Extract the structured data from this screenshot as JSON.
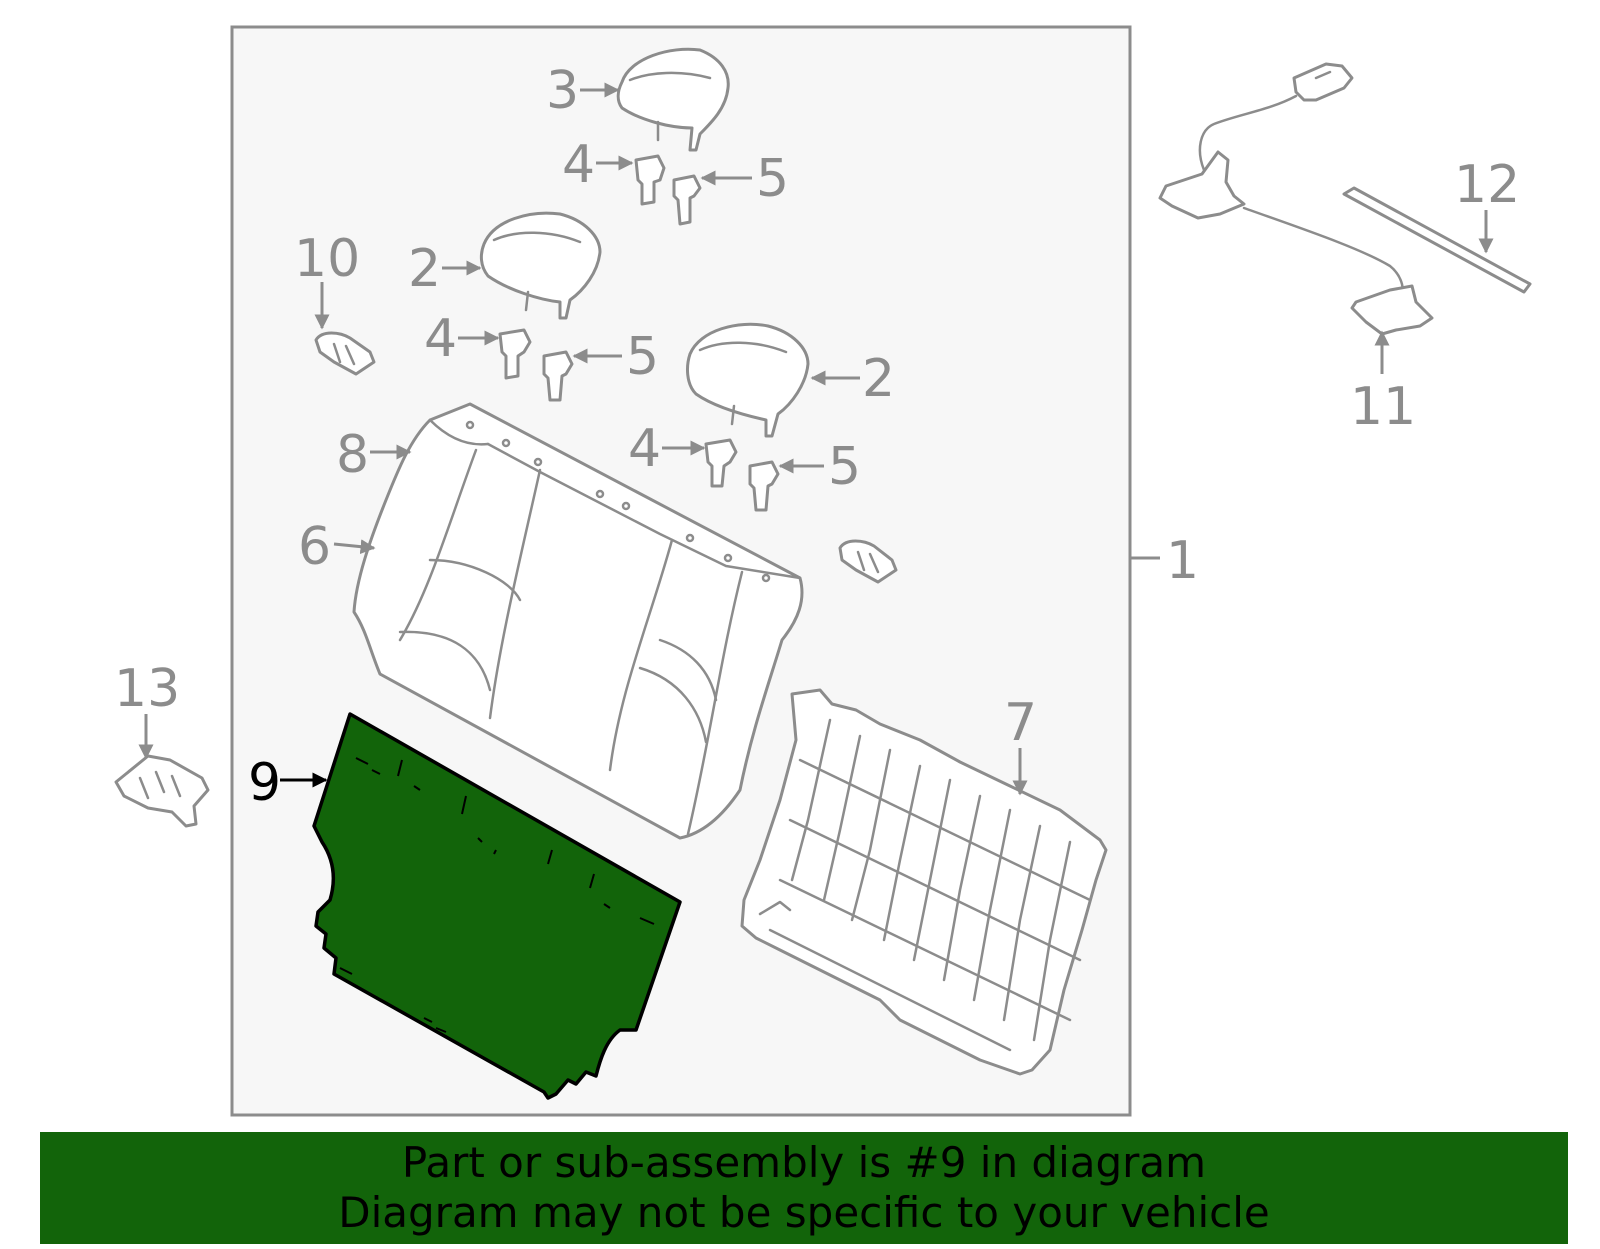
{
  "highlighted_part": "9",
  "colors": {
    "highlight": "#12640a",
    "banner": "#12640a",
    "part_outline": "#8c8c8c",
    "box_background": "#f7f7f7",
    "label_gray": "#8c8c8c"
  },
  "callouts": [
    {
      "id": "1",
      "text": "1"
    },
    {
      "id": "2a",
      "text": "2"
    },
    {
      "id": "2b",
      "text": "2"
    },
    {
      "id": "3",
      "text": "3"
    },
    {
      "id": "4a",
      "text": "4"
    },
    {
      "id": "4b",
      "text": "4"
    },
    {
      "id": "4c",
      "text": "4"
    },
    {
      "id": "5a",
      "text": "5"
    },
    {
      "id": "5b",
      "text": "5"
    },
    {
      "id": "5c",
      "text": "5"
    },
    {
      "id": "6",
      "text": "6"
    },
    {
      "id": "7",
      "text": "7"
    },
    {
      "id": "8",
      "text": "8"
    },
    {
      "id": "9",
      "text": "9"
    },
    {
      "id": "10",
      "text": "10"
    },
    {
      "id": "11",
      "text": "11"
    },
    {
      "id": "12",
      "text": "12"
    },
    {
      "id": "13",
      "text": "13"
    }
  ],
  "banner": {
    "line1": "Part or sub-assembly is #9 in diagram",
    "line2": "Diagram may not be specific to your vehicle"
  }
}
